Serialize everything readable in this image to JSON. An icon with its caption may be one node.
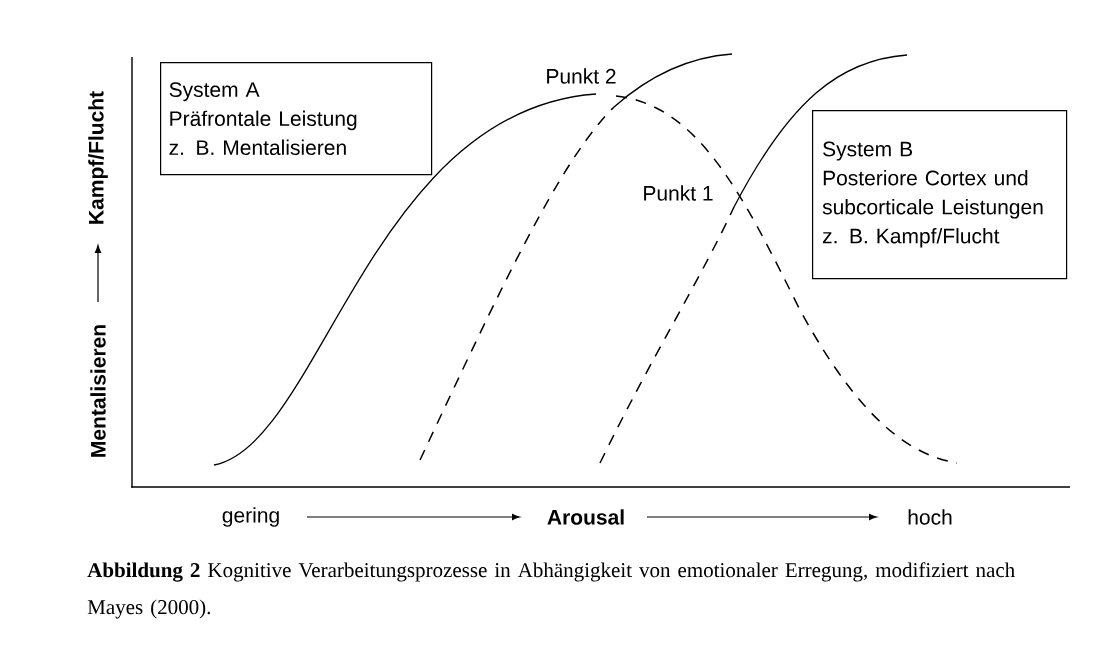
{
  "diagram": {
    "caption": "**Abbildung 2** Kognitive Verarbeitungsprozesse in Abhängigkeit von emotionaler Erregung, modifiziert nach Mayes (2000).",
    "nodes": [
      {
        "text": [
          "System A",
          "Präfrontale Leistung",
          "z. B. Mentalisieren"
        ]
      },
      {
        "text": [
          "System B",
          "Posteriore Cortex und subcorticale Leistungen",
          "z. B. Kampf/Flucht"
        ]
      }
    ],
    "labels": [
      "Punkt 2",
      "Punkt 1",
      "Mentalisieren",
      "Kampf/Flucht",
      "gering",
      "Arousal",
      "hoch"
    ]
  }
}
